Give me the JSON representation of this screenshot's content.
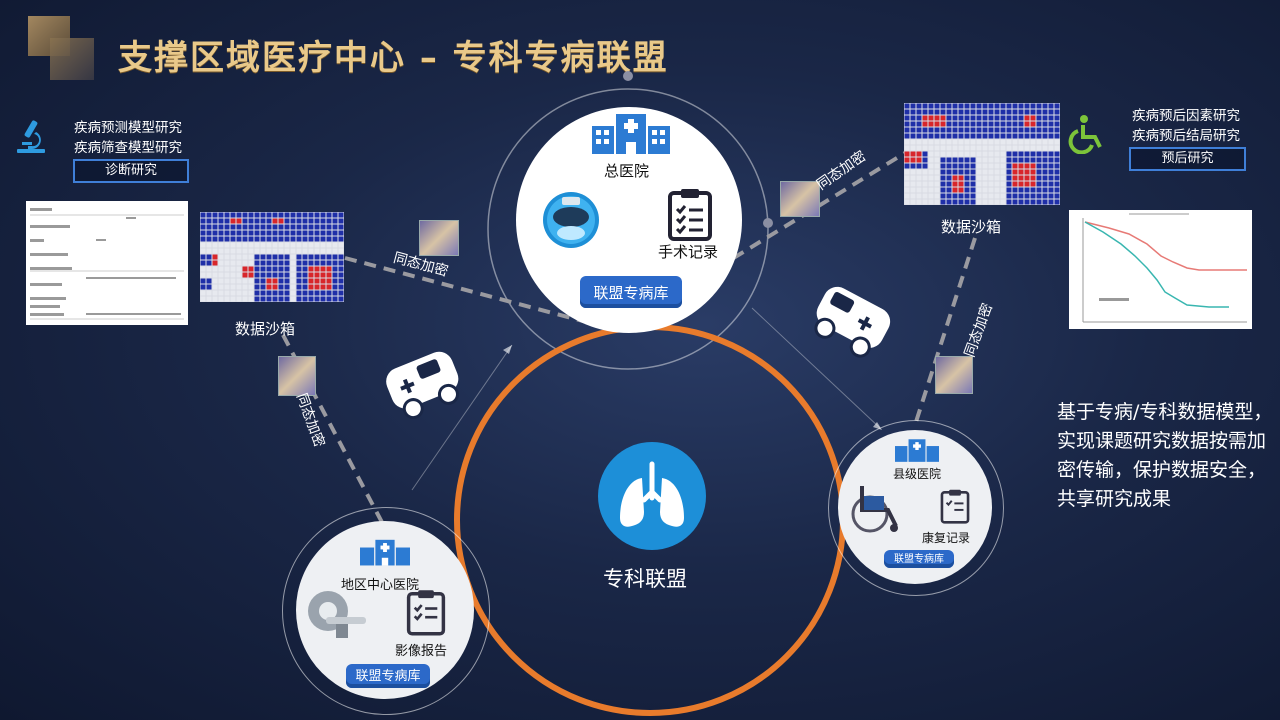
{
  "slide": {
    "title": "支撑区域医疗中心 – 专科专病联盟",
    "left_panel": {
      "line1": "疾病预测模型研究",
      "line2": "疾病筛查模型研究",
      "badge": "诊断研究"
    },
    "right_panel": {
      "line1": "疾病预后因素研究",
      "line2": "疾病预后结局研究",
      "badge": "预后研究"
    },
    "sandbox_label_left": "数据沙箱",
    "sandbox_label_right": "数据沙箱",
    "encrypt_label_1": "同态加密",
    "encrypt_label_2": "同态加密",
    "encrypt_label_3": "同态加密",
    "encrypt_label_4": "同态加密",
    "center_label": "专科联盟",
    "main_hospital": {
      "name": "总医院",
      "record": "手术记录",
      "db": "联盟专病库"
    },
    "regional_hospital": {
      "name": "地区中心医院",
      "record": "影像报告",
      "db": "联盟专病库"
    },
    "county_hospital": {
      "name": "县级医院",
      "record": "康复记录",
      "db": "联盟专病库"
    },
    "summary": "基于专病/专科数据模型，实现课题研究数据按需加密传输，保护数据安全，共享研究成果"
  },
  "colors": {
    "accent_orange": "#e87b2c",
    "title_gold": "#e9c98a",
    "hospital_blue": "#2c7bd3",
    "grid_blue": "#1f2fa8",
    "grid_red": "#d8262b"
  },
  "icons": [
    "microscope-icon",
    "wheelchair-icon",
    "hospital-icon",
    "clipboard-icon",
    "ambulance-icon",
    "lungs-icon",
    "ct-scanner-icon",
    "surgical-light-icon",
    "lock-icon"
  ]
}
